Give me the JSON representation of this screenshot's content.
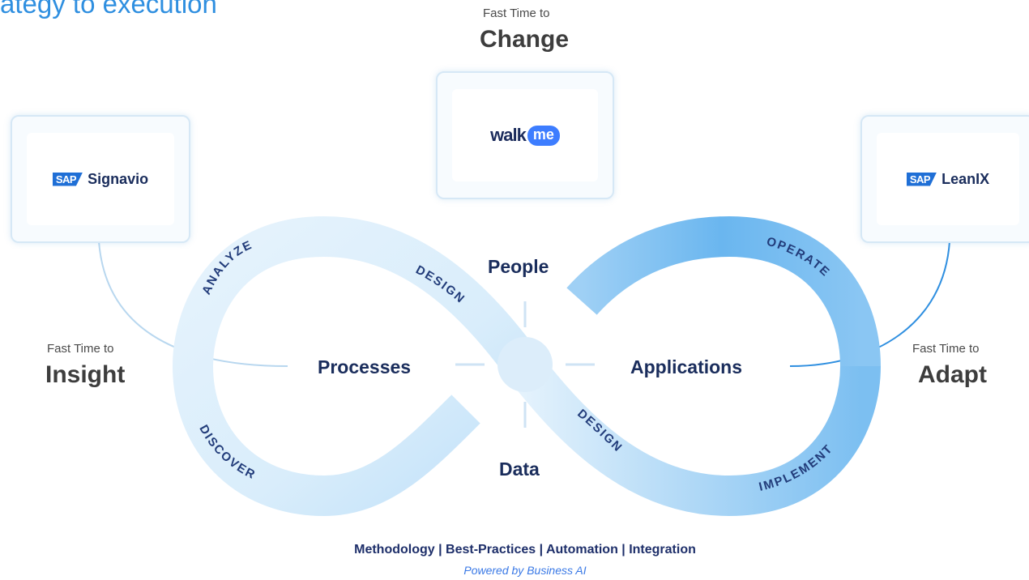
{
  "header": {
    "title": "ategy to execution"
  },
  "top": {
    "small": "Fast Time to",
    "big": "Change",
    "product": {
      "brand": "walk",
      "bubble": "me"
    }
  },
  "left": {
    "small": "Fast Time to",
    "big": "Insight",
    "product": {
      "badge": "SAP",
      "name": "Signavio"
    }
  },
  "right": {
    "small": "Fast Time to",
    "big": "Adapt",
    "product": {
      "badge": "SAP",
      "name": "LeanIX"
    }
  },
  "center": {
    "people": "People",
    "data": "Data",
    "processes": "Processes",
    "applications": "Applications"
  },
  "loop_labels": {
    "analyze": "ANALYZE",
    "design_left": "DESIGN",
    "discover": "DISCOVER",
    "operate": "OPERATE",
    "design_right": "DESIGN",
    "implement": "IMPLEMENT"
  },
  "footer": {
    "line": "Methodology | Best-Practices | Automation | Integration",
    "sub": "Powered by Business AI"
  },
  "colors": {
    "accent": "#2f8fe0",
    "band_light": "#e2f1fb",
    "band_strong": "#6bb7ee",
    "navy": "#1a2d5c"
  }
}
